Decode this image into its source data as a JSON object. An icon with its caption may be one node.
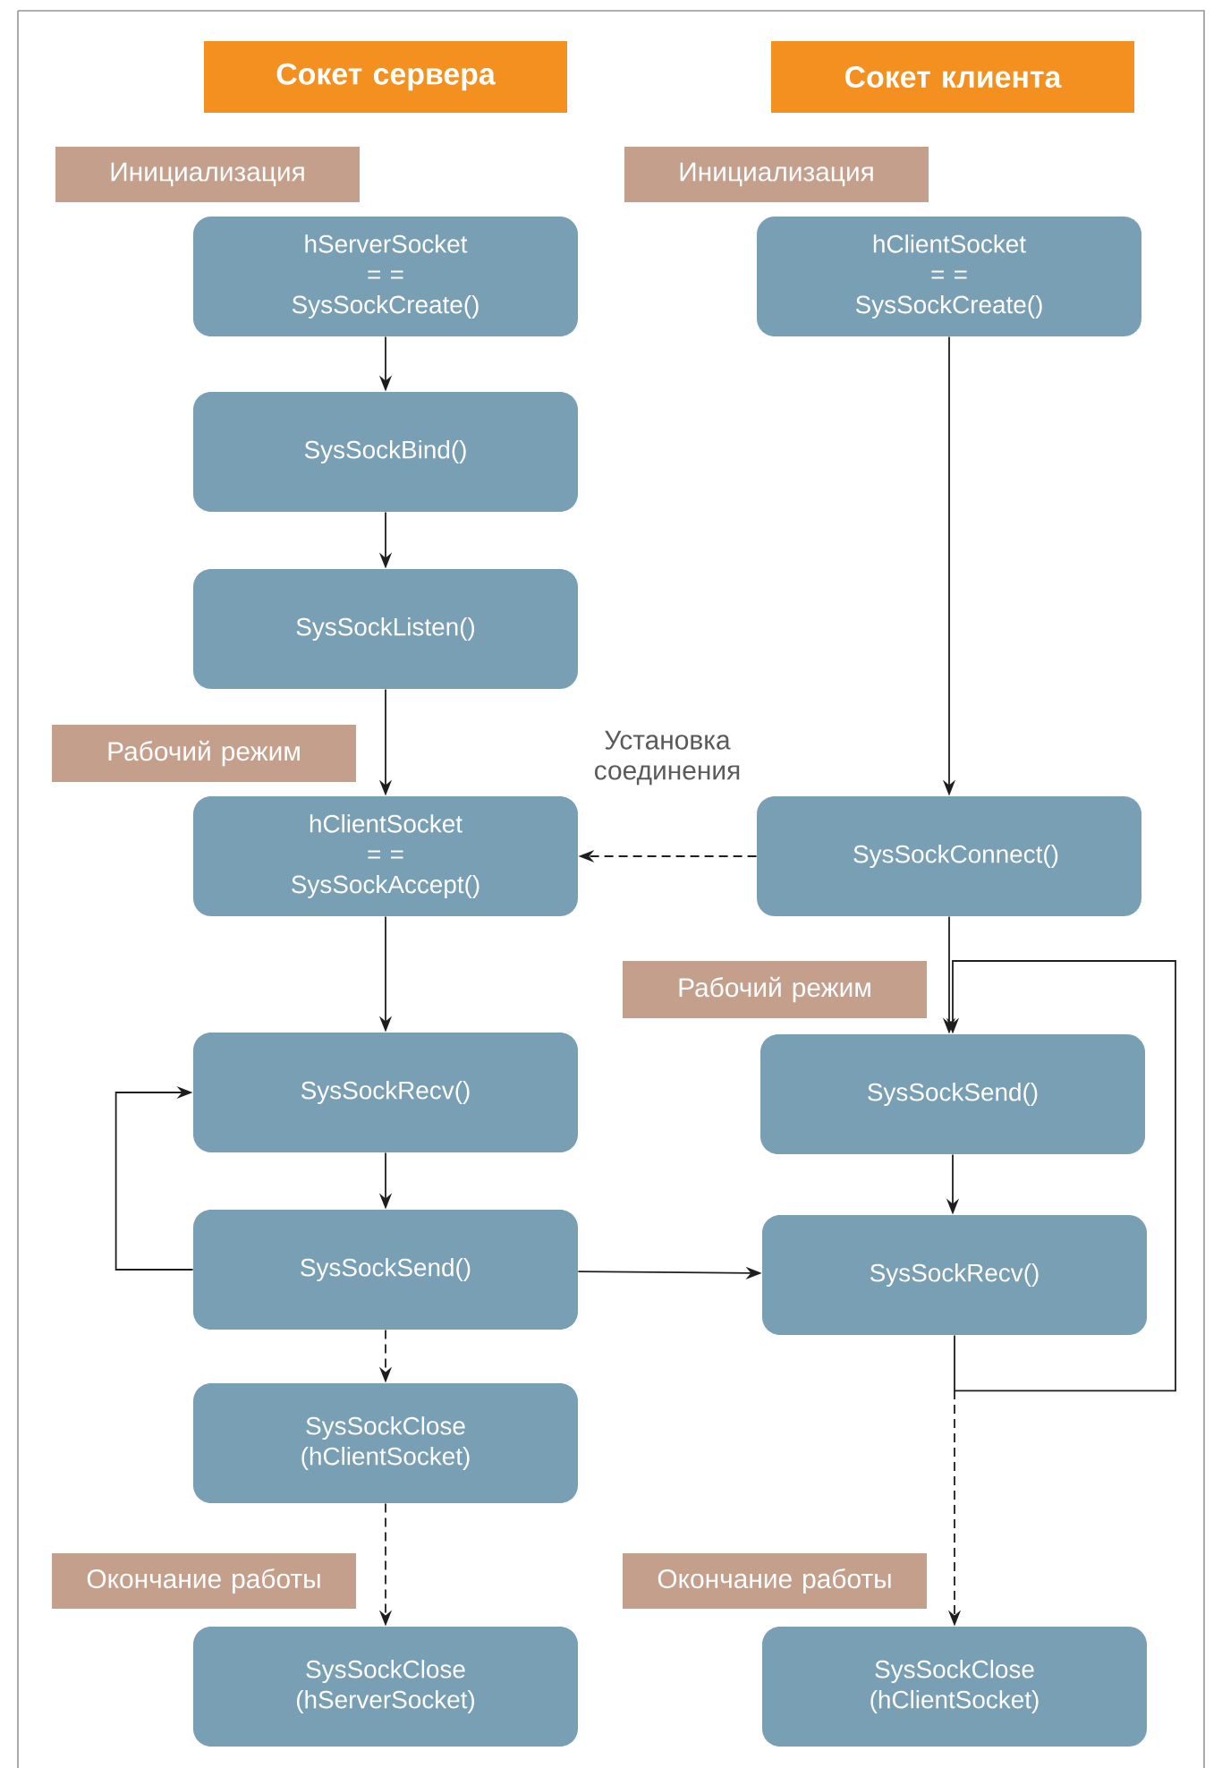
{
  "diagram": {
    "nodes": [
      {
        "text": [
          "Сокет сервера"
        ]
      },
      {
        "text": [
          "Сокет клиента"
        ]
      },
      {
        "text": [
          "Инициализация"
        ]
      },
      {
        "text": [
          "Инициализация"
        ]
      },
      {
        "text": [
          "hServerSocket = = SysSockCreate()"
        ]
      },
      {
        "text": [
          "hClientSocket = = SysSockCreate()"
        ]
      },
      {
        "text": [
          "SysSockBind()"
        ]
      },
      {
        "text": [
          "SysSockListen()"
        ]
      },
      {
        "text": [
          "Рабочий режим"
        ]
      },
      {
        "text": [
          "hClientSocket = = SysSockAccept()"
        ]
      },
      {
        "text": [
          "SysSockConnect()"
        ]
      },
      {
        "text": [
          "Рабочий режим"
        ]
      },
      {
        "text": [
          "SysSockRecv()"
        ]
      },
      {
        "text": [
          "SysSockSend()"
        ]
      },
      {
        "text": [
          "SysSockSend()"
        ]
      },
      {
        "text": [
          "SysSockRecv()"
        ]
      },
      {
        "text": [
          "SysSockClose (hClientSocket)"
        ]
      },
      {
        "text": [
          "Окончание работы"
        ]
      },
      {
        "text": [
          "Окончание работы"
        ]
      },
      {
        "text": [
          "SysSockClose (hServerSocket)"
        ]
      },
      {
        "text": [
          "SysSockClose (hClientSocket)"
        ]
      }
    ],
    "edges": [
      {
        "from": 4,
        "to": 6,
        "arrow": "to"
      },
      {
        "from": 6,
        "to": 7,
        "arrow": "to"
      },
      {
        "from": 7,
        "to": 9,
        "arrow": "to"
      },
      {
        "from": 5,
        "to": 10,
        "arrow": "to"
      },
      {
        "from": 10,
        "to": 9,
        "arrow": "to",
        "style": "dashed",
        "label": "Установка соединения"
      },
      {
        "from": 9,
        "to": 12,
        "arrow": "to"
      },
      {
        "from": 12,
        "to": 14,
        "arrow": "to"
      },
      {
        "from": 14,
        "to": 12,
        "arrow": "to"
      },
      {
        "from": 14,
        "to": 15,
        "arrow": "to"
      },
      {
        "from": 10,
        "to": 13,
        "arrow": "to"
      },
      {
        "from": 13,
        "to": 15,
        "arrow": "to"
      },
      {
        "from": 15,
        "to": 13,
        "arrow": "to"
      },
      {
        "from": 14,
        "to": 16,
        "arrow": "to",
        "style": "dashed"
      },
      {
        "from": 16,
        "to": 19,
        "arrow": "to",
        "style": "dashed"
      },
      {
        "from": 15,
        "to": 20,
        "arrow": "to",
        "style": "dashed"
      }
    ]
  }
}
